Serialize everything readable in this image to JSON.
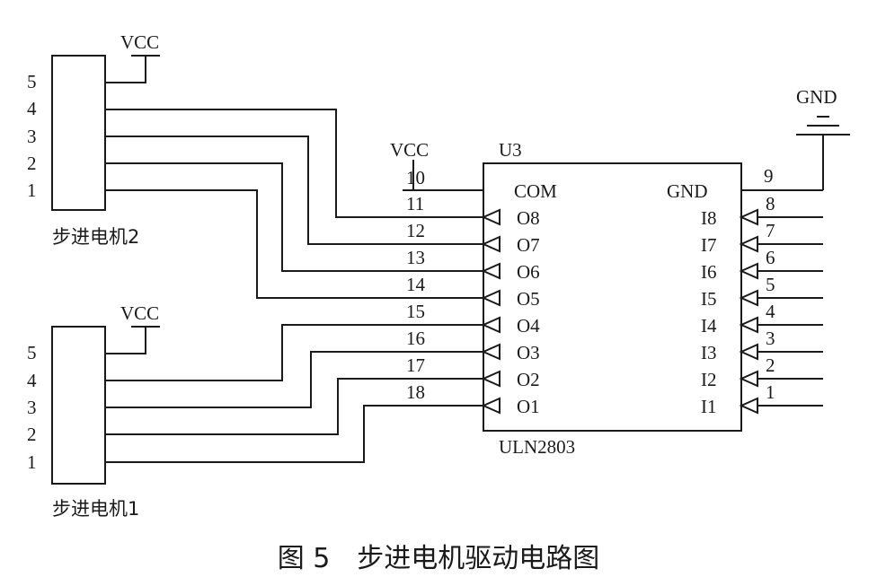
{
  "chip": {
    "ref": "U3",
    "part": "ULN2803",
    "com_label": "COM",
    "gnd_label": "GND",
    "outputs": [
      {
        "pin": "11",
        "label": "O8"
      },
      {
        "pin": "12",
        "label": "O7"
      },
      {
        "pin": "13",
        "label": "O6"
      },
      {
        "pin": "14",
        "label": "O5"
      },
      {
        "pin": "15",
        "label": "O4"
      },
      {
        "pin": "16",
        "label": "O3"
      },
      {
        "pin": "17",
        "label": "O2"
      },
      {
        "pin": "18",
        "label": "O1"
      }
    ],
    "inputs": [
      {
        "pin": "8",
        "label": "I8"
      },
      {
        "pin": "7",
        "label": "I7"
      },
      {
        "pin": "6",
        "label": "I6"
      },
      {
        "pin": "5",
        "label": "I5"
      },
      {
        "pin": "4",
        "label": "I4"
      },
      {
        "pin": "3",
        "label": "I3"
      },
      {
        "pin": "2",
        "label": "I2"
      },
      {
        "pin": "1",
        "label": "I1"
      }
    ],
    "com_pin": "10",
    "gnd_pin": "9"
  },
  "supply": {
    "vcc_label": "VCC",
    "gnd_label": "GND"
  },
  "motors": [
    {
      "name": "步进电机2",
      "pins": [
        "5",
        "4",
        "3",
        "2",
        "1"
      ]
    },
    {
      "name": "步进电机1",
      "pins": [
        "5",
        "4",
        "3",
        "2",
        "1"
      ]
    }
  ],
  "caption": "图 5　步进电机驱动电路图"
}
